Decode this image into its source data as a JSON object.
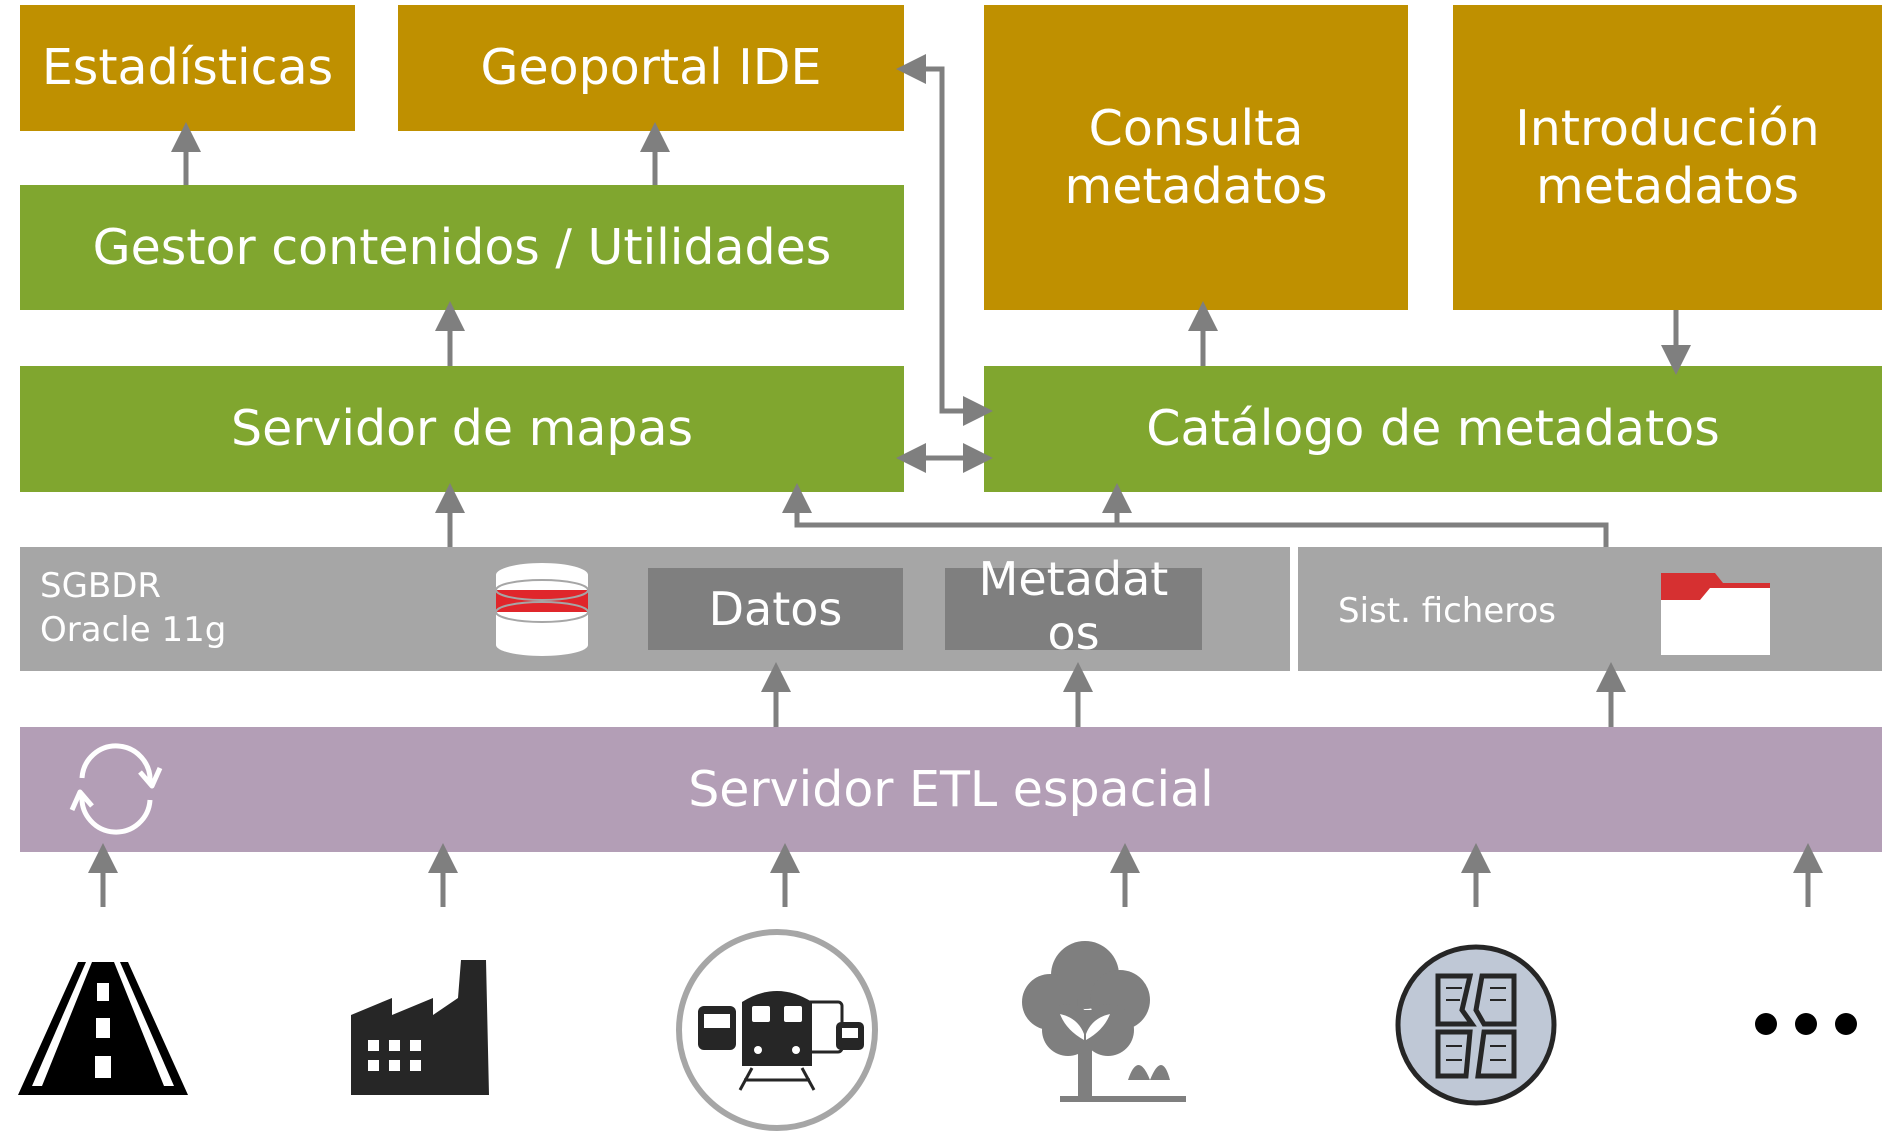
{
  "top": {
    "estadisticas": "Estadísticas",
    "geoportal": "Geoportal IDE",
    "consulta_line1": "Consulta",
    "consulta_line2": "metadatos",
    "introduccion_line1": "Introducción",
    "introduccion_line2": "metadatos"
  },
  "middle": {
    "gestor": "Gestor contenidos / Utilidades",
    "servidor_mapas": "Servidor de mapas",
    "catalogo": "Catálogo de metadatos"
  },
  "storage": {
    "sgbdr_line1": "SGBDR",
    "sgbdr_line2": "Oracle 11g",
    "datos": "Datos",
    "metadatos_line1": "Metadat",
    "metadatos_line2": "os",
    "ficheros": "Sist. ficheros"
  },
  "etl": {
    "label": "Servidor ETL espacial"
  },
  "sources": {
    "icons": [
      "road-icon",
      "factory-icon",
      "transport-icon",
      "tree-icon",
      "cadastre-map-icon",
      "more-icon"
    ]
  },
  "colors": {
    "gold": "#bf9000",
    "green": "#80a62f",
    "grey": "#a6a6a6",
    "dark_grey": "#7f7f7f",
    "purple": "#b39eb6",
    "arrow": "#7f7f7f",
    "db_red": "#e0262b",
    "folder_red": "#d63031"
  }
}
